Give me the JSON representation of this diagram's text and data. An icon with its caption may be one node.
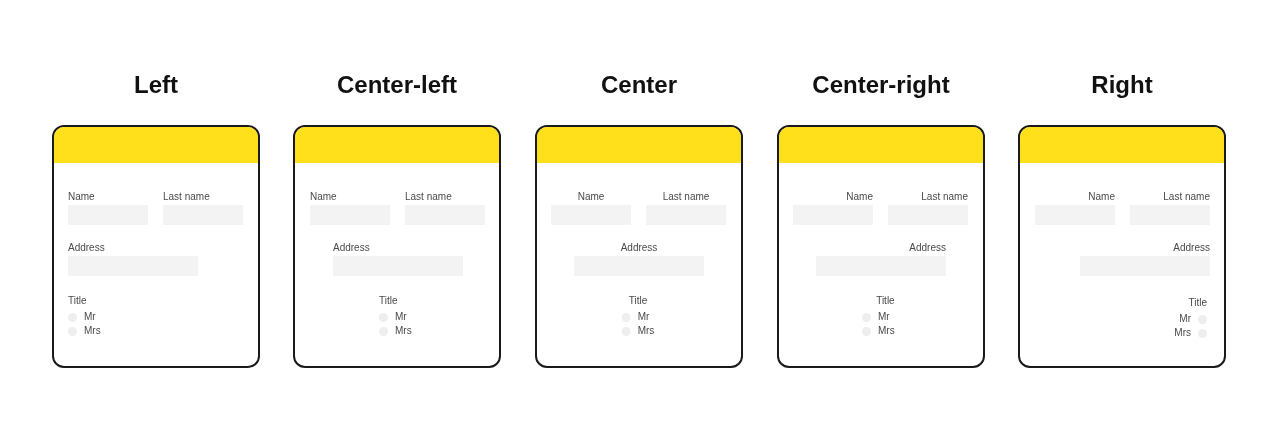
{
  "diagram": {
    "nodes": [
      {
        "text": [
          "Left"
        ]
      },
      {
        "text": [
          "Name"
        ],
        "in": 0
      },
      {
        "text": [
          "Last name"
        ],
        "in": 0
      },
      {
        "text": [
          "Address"
        ],
        "in": 0
      },
      {
        "text": [],
        "shape": "circle",
        "beside": [
          "Mr"
        ],
        "in": 0
      },
      {
        "text": [],
        "shape": "circle",
        "beside": [
          "Mrs"
        ],
        "in": 0
      },
      {
        "text": [
          "Center-left"
        ]
      },
      {
        "text": [
          "Name"
        ],
        "in": 6
      },
      {
        "text": [
          "Last name"
        ],
        "in": 6
      },
      {
        "text": [
          "Address"
        ],
        "in": 6
      },
      {
        "text": [],
        "shape": "circle",
        "beside": [
          "Mr"
        ],
        "in": 6
      },
      {
        "text": [],
        "shape": "circle",
        "beside": [
          "Mrs"
        ],
        "in": 6
      },
      {
        "text": [
          "Center"
        ]
      },
      {
        "text": [
          "Name"
        ],
        "in": 12
      },
      {
        "text": [
          "Last name"
        ],
        "in": 12
      },
      {
        "text": [
          "Address"
        ],
        "in": 12
      },
      {
        "text": [],
        "shape": "circle",
        "beside": [
          "Mr"
        ],
        "in": 12
      },
      {
        "text": [],
        "shape": "circle",
        "beside": [
          "Mrs"
        ],
        "in": 12
      },
      {
        "text": [
          "Center-right"
        ]
      },
      {
        "text": [
          "Name"
        ],
        "in": 18
      },
      {
        "text": [
          "Last name"
        ],
        "in": 18
      },
      {
        "text": [
          "Address"
        ],
        "in": 18
      },
      {
        "text": [],
        "shape": "circle",
        "beside": [
          "Mr"
        ],
        "in": 18
      },
      {
        "text": [],
        "shape": "circle",
        "beside": [
          "Mrs"
        ],
        "in": 18
      },
      {
        "text": [
          "Right"
        ]
      },
      {
        "text": [
          "Name"
        ],
        "in": 24
      },
      {
        "text": [
          "Last name"
        ],
        "in": 24
      },
      {
        "text": [
          "Address"
        ],
        "in": 24
      },
      {
        "text": [],
        "shape": "circle",
        "beside": [
          "Mr"
        ],
        "in": 24
      },
      {
        "text": [],
        "shape": "circle",
        "beside": [
          "Mrs"
        ],
        "in": 24
      }
    ],
    "labels": [
      "Title",
      "Title",
      "Title",
      "Title",
      "Title"
    ]
  }
}
